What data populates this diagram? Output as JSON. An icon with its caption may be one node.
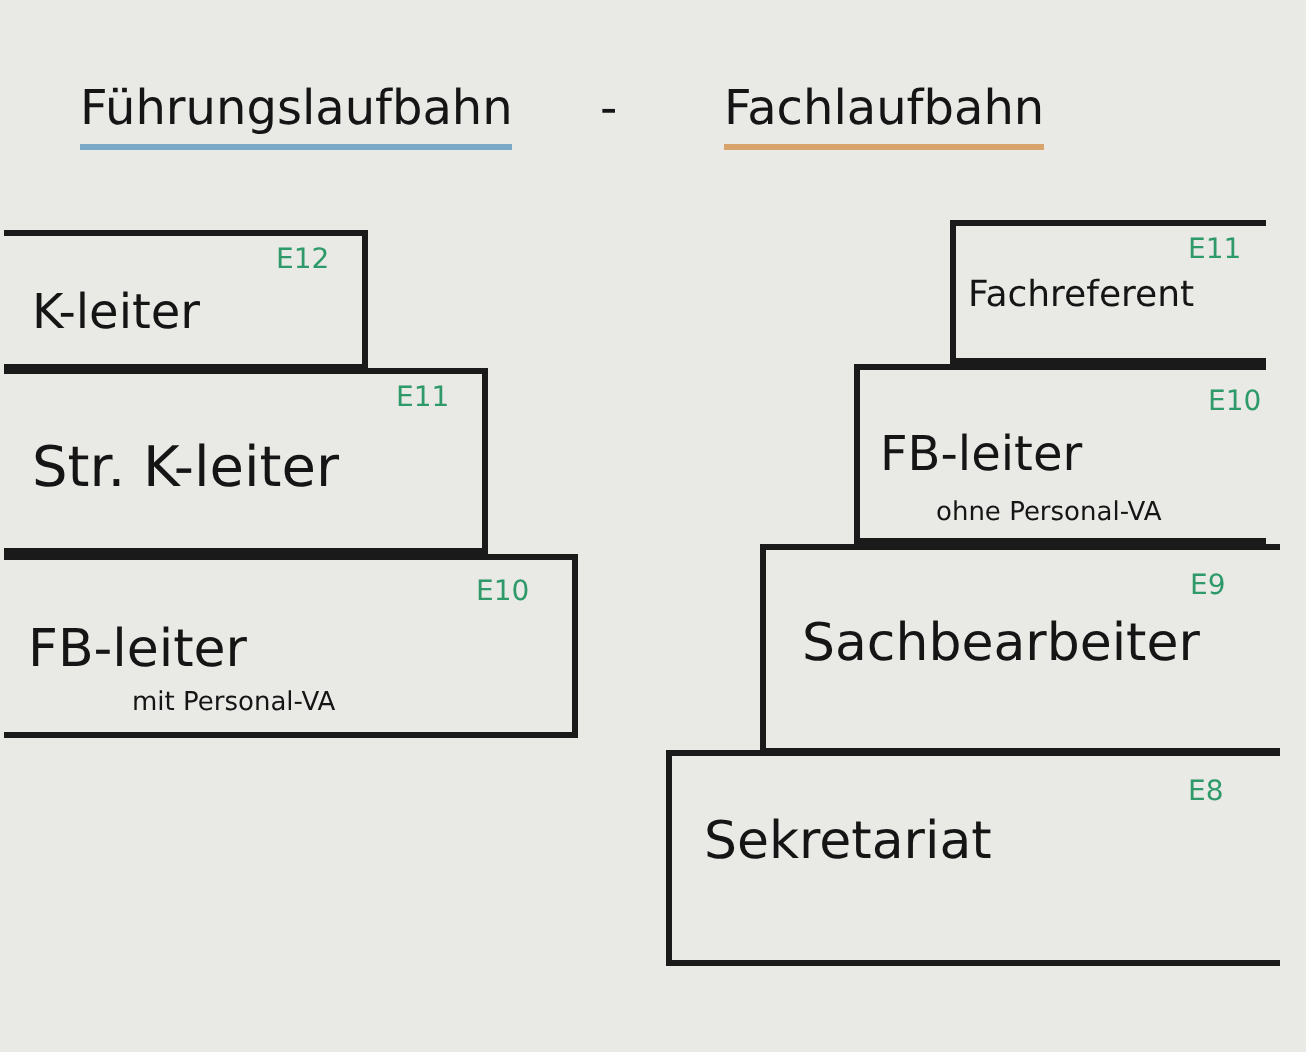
{
  "diagram": {
    "nodes": [
      {
        "text": [
          "E12",
          "K-leiter"
        ]
      },
      {
        "text": [
          "E11",
          "Str. K-leiter"
        ]
      },
      {
        "text": [
          "E10",
          "FB-leiter",
          "mit Personal-VA"
        ]
      },
      {
        "text": [
          "E11",
          "Fachreferent"
        ]
      },
      {
        "text": [
          "E10",
          "FB-leiter",
          "ohne Personal-VA"
        ]
      },
      {
        "text": [
          "E9",
          "Sachbearbeiter"
        ]
      },
      {
        "text": [
          "E8",
          "Sekretariat"
        ]
      }
    ],
    "labels": [
      "Führungslaufbahn",
      "-",
      "Fachlaufbahn"
    ]
  }
}
